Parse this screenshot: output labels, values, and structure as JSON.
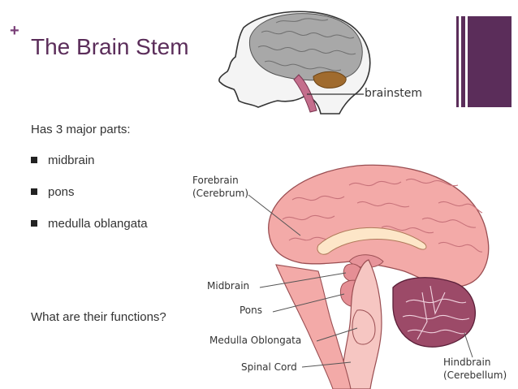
{
  "slide": {
    "plus": "+",
    "title": "The Brain Stem",
    "intro": "Has 3 major parts:",
    "bullets": [
      "midbrain",
      "pons",
      "medulla oblangata"
    ],
    "question": "What are their functions?"
  },
  "figure_labels": {
    "brainstem": "brainstem",
    "forebrain": "Forebrain",
    "cerebrum": "(Cerebrum)",
    "midbrain": "Midbrain",
    "pons": "Pons",
    "medulla": "Medulla Oblongata",
    "spinal_cord": "Spinal Cord",
    "hindbrain": "Hindbrain",
    "cerebellum": "(Cerebellum)"
  },
  "colors": {
    "accent": "#5b2d5a",
    "brain_grey": "#a8a8a8",
    "brain_pink": "#f3aaa8",
    "cerebellum": "#9c4a68",
    "brainstem_brown": "#a06b2e"
  }
}
